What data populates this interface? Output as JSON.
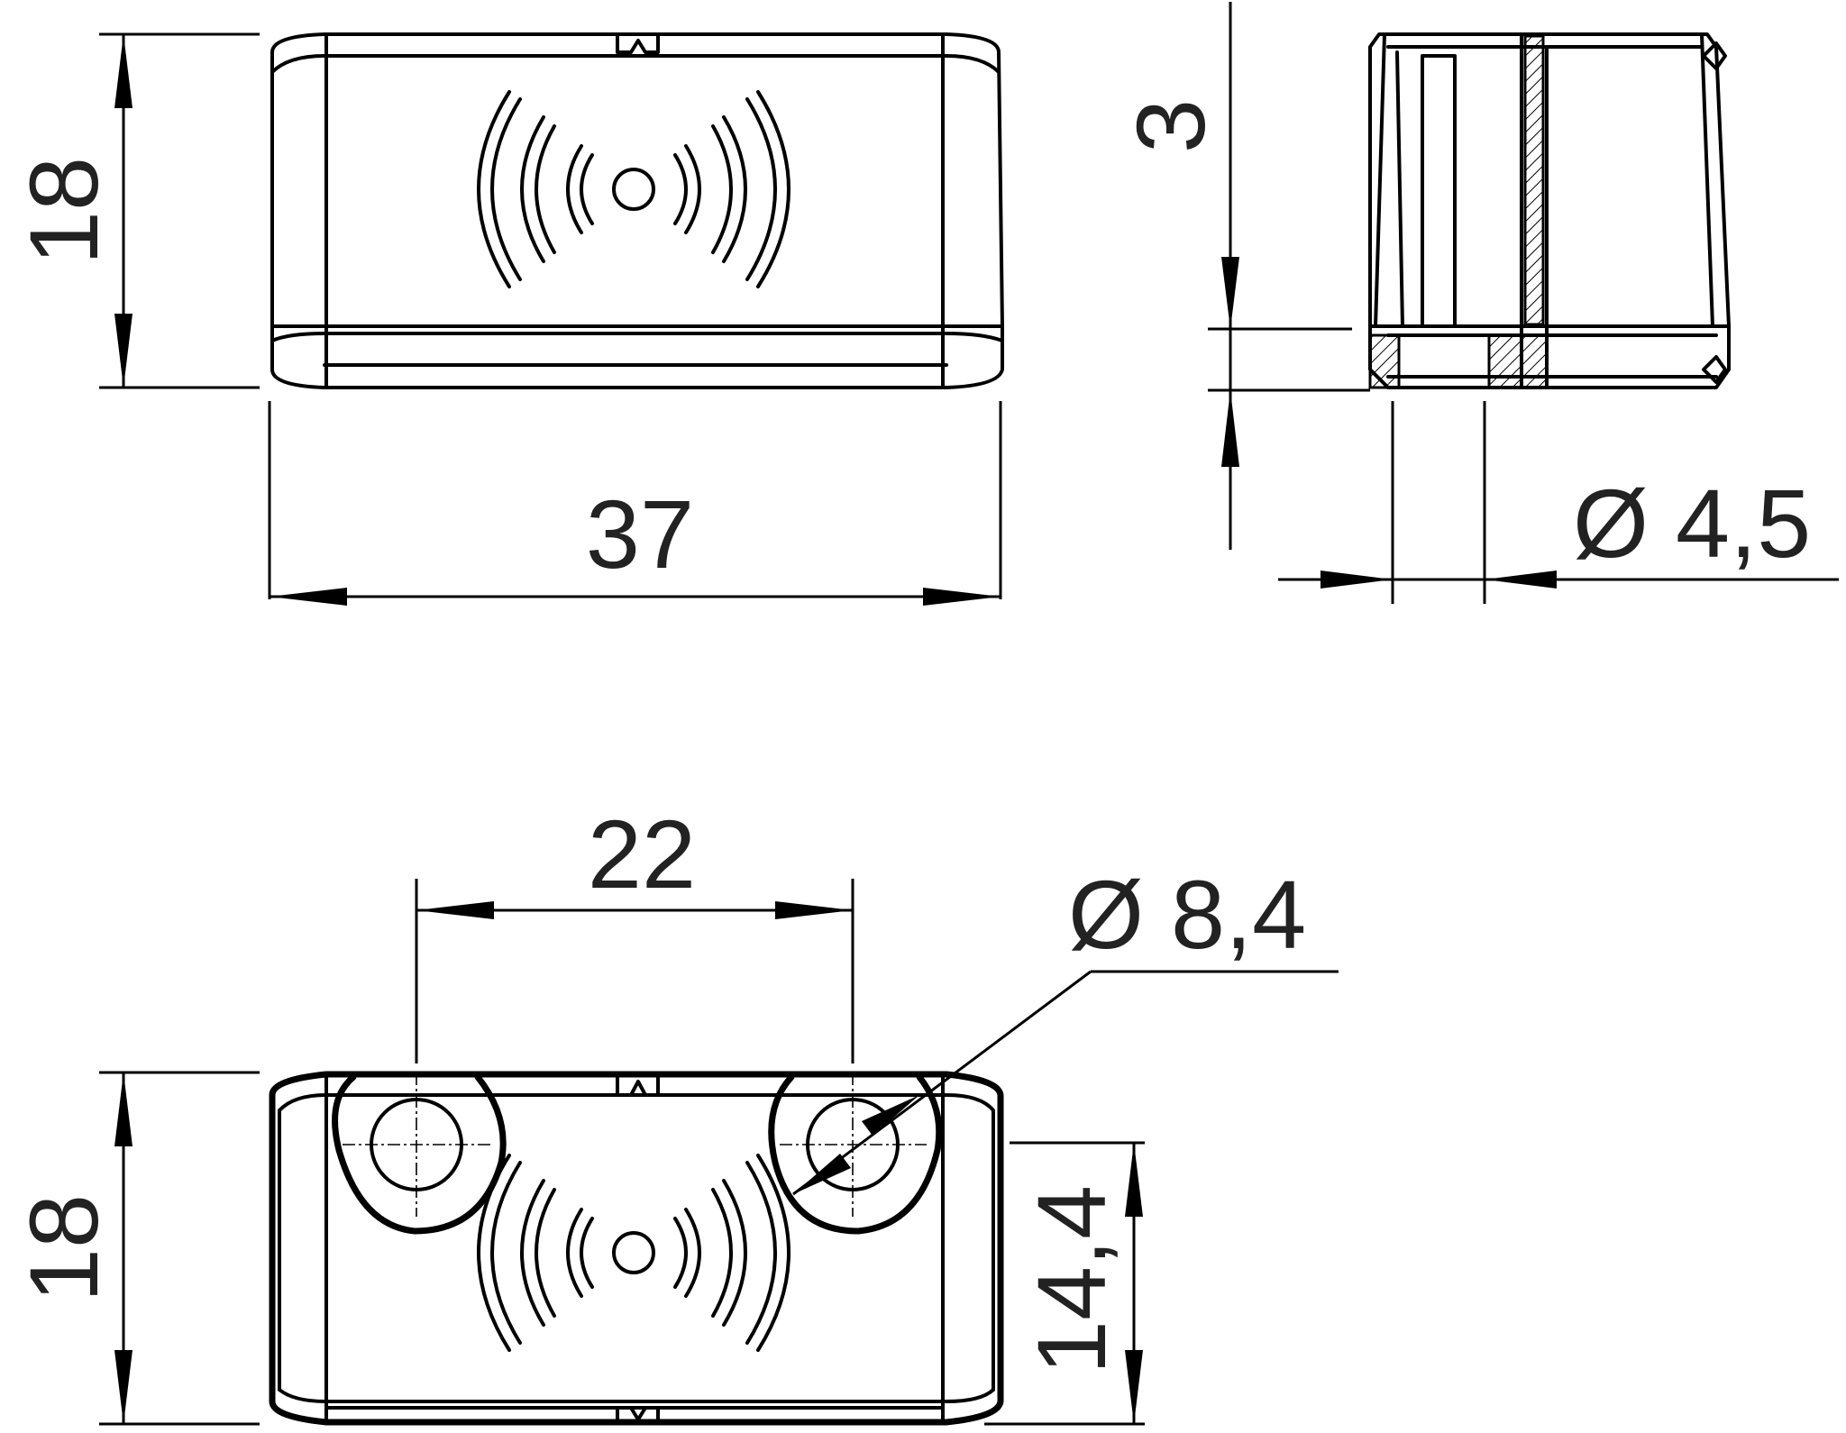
{
  "drawing": {
    "front_view": {
      "width_label": "37",
      "height_label": "18"
    },
    "side_view": {
      "offset_label": "3",
      "hole_diameter_label": "Ø 4,5"
    },
    "bottom_view": {
      "hole_spacing_label": "22",
      "counterbore_label": "Ø 8,4",
      "height_label": "18",
      "hole_height_label": "14,4"
    }
  },
  "icons": [
    "rfid-wave-icon",
    "rfid-wave-icon"
  ]
}
